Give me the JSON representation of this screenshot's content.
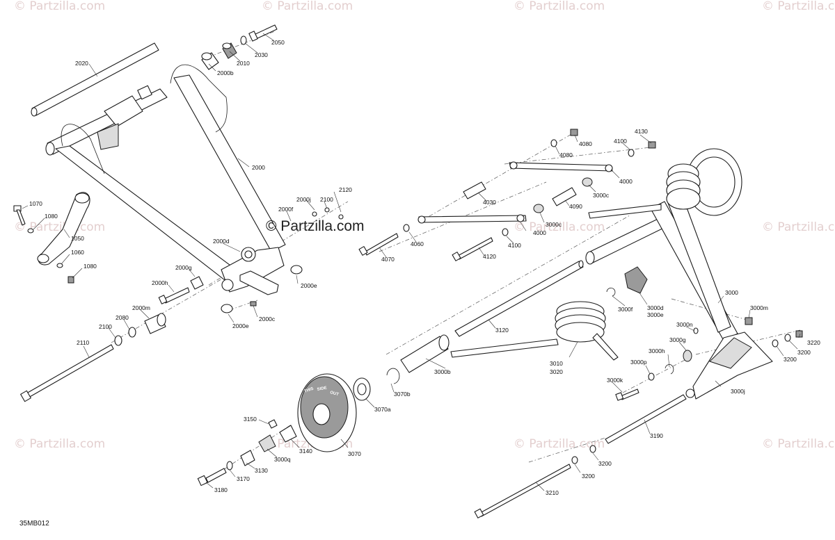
{
  "watermark": "© Partzilla.com",
  "brand": "© Partzilla.com",
  "drawing_code": "35MB012",
  "wheel_text": [
    "THIS",
    "SIDE",
    "OUT"
  ],
  "labels": {
    "p2050": "2050",
    "p2030": "2030",
    "p2010": "2010",
    "p2000b": "2000b",
    "p2020": "2020",
    "p2000": "2000",
    "p2120": "2120",
    "p2100a": "2100",
    "p2000j": "2000j",
    "p2000f": "2000f",
    "p2000d": "2000d",
    "p2000g": "2000g",
    "p2000h": "2000h",
    "p2000e_r": "2000e",
    "p2000c": "2000c",
    "p2000e_b": "2000e",
    "p2000m": "2000m",
    "p2080": "2080",
    "p2100b": "2100",
    "p2110": "2110",
    "p1070": "1070",
    "p1080a": "1080",
    "p1050": "1050",
    "p1060": "1060",
    "p1080b": "1080",
    "p4080a": "4080",
    "p4130": "4130",
    "p4100a": "4100",
    "p4080b": "4080",
    "p4000a": "4000",
    "p3000c_a": "3000c",
    "p4090": "4090",
    "p4030": "4030",
    "p3000c_b": "3000c",
    "p4000b": "4000",
    "p4060": "4060",
    "p4070": "4070",
    "p4100b": "4100",
    "p4120": "4120",
    "p3120": "3120",
    "p3000f": "3000f",
    "p3000d": "3000d",
    "p3000e": "3000e",
    "p3000": "3000",
    "p3000m": "3000m",
    "p3000n": "3000n",
    "p3000g": "3000g",
    "p3000h": "3000h",
    "p3000p": "3000p",
    "p3000k": "3000k",
    "p3000j": "3000j",
    "p3220": "3220",
    "p3200a": "3200",
    "p3200b": "3200",
    "p3010": "3010",
    "p3020": "3020",
    "p3000b": "3000b",
    "p3070b": "3070b",
    "p3070a": "3070a",
    "p3070": "3070",
    "p3140": "3140",
    "p3150": "3150",
    "p3000q": "3000q",
    "p3130": "3130",
    "p3170": "3170",
    "p3180": "3180",
    "p3190": "3190",
    "p3200c": "3200",
    "p3200d": "3200",
    "p3210": "3210"
  }
}
